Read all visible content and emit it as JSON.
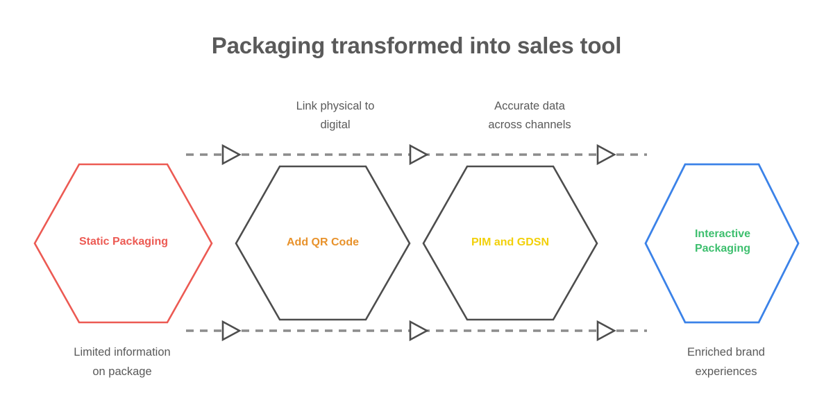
{
  "title": "Packaging transformed into sales tool",
  "colors": {
    "background": "#ffffff",
    "title_text": "#5a5a5a",
    "body_text": "#595959",
    "hex_red": "#ec5a53",
    "hex_gray": "#4d4d4d",
    "hex_blue": "#3b82e8",
    "label_red": "#ec5a53",
    "label_orange": "#e8922b",
    "label_yellow": "#f2d00a",
    "label_green": "#3dbf6e",
    "arrow_line": "#8c8c8c",
    "arrow_head": "#4d4d4d"
  },
  "chart_data": {
    "type": "diagram",
    "subtype": "hexagon-process-flow",
    "title": "Packaging transformed into sales tool",
    "direction": "left-to-right",
    "nodes": [
      {
        "id": "static-packaging",
        "label": "Static Packaging",
        "shape": "hexagon",
        "stroke": "#ec5a53",
        "text_color": "#ec5a53",
        "order": 1
      },
      {
        "id": "add-qr-code",
        "label": "Add QR Code",
        "shape": "hexagon",
        "stroke": "#4d4d4d",
        "text_color": "#e8922b",
        "order": 2
      },
      {
        "id": "pim-and-gdsn",
        "label": "PIM and GDSN",
        "shape": "hexagon",
        "stroke": "#4d4d4d",
        "text_color": "#f2d00a",
        "order": 3
      },
      {
        "id": "interactive-packaging",
        "label": "Interactive\nPackaging",
        "shape": "hexagon",
        "stroke": "#3b82e8",
        "text_color": "#3dbf6e",
        "order": 4
      }
    ],
    "top_annotations": [
      {
        "id": "link-physical-to-digital",
        "text": "Link physical to\ndigital"
      },
      {
        "id": "accurate-data-across-channels",
        "text": "Accurate data\nacross channels"
      }
    ],
    "bottom_captions": [
      {
        "id": "limited-information-on-package",
        "text": "Limited information\non package"
      },
      {
        "id": "enriched-brand-experiences",
        "text": "Enriched brand\nexperiences"
      }
    ],
    "flow_lines": [
      {
        "id": "top-flow",
        "style": "dashed",
        "arrowheads": 3,
        "arrow_style": "hollow-triangle"
      },
      {
        "id": "bottom-flow",
        "style": "dashed",
        "arrowheads": 3,
        "arrow_style": "hollow-triangle"
      }
    ]
  }
}
